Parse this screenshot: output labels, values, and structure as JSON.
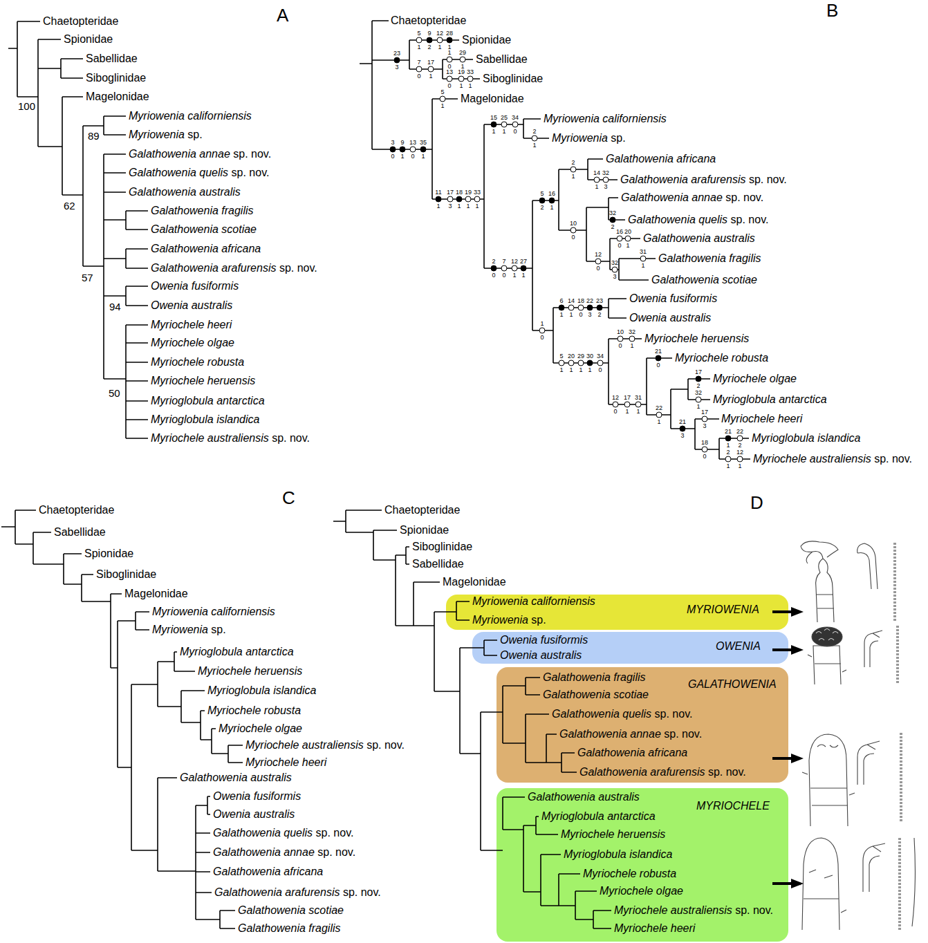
{
  "diagram": {
    "nodes": [
      {
        "text": [
          "Myriowenia californiensis",
          "Myriowenia sp.",
          "MYRIOWENIA"
        ]
      },
      {
        "text": [
          "Owenia fusiformis",
          "Owenia australis",
          "OWENIA"
        ]
      },
      {
        "text": [
          "Galathowenia fragilis",
          "Galathowenia scotiae",
          "Galathowenia quelis sp. nov.",
          "Galathowenia annae sp. nov.",
          "Galathowenia africana",
          "Galathowenia arafurensis sp. nov.",
          "GALATHOWENIA"
        ]
      },
      {
        "text": [
          "Galathowenia australis",
          "Myrioglobula antarctica",
          "Myriochele heruensis",
          "Myrioglobula islandica",
          "Myriochele robusta",
          "Myriochele olgae",
          "Myriochele australiensis sp. nov.",
          "Myriochele heeri",
          "MYRIOCHELE"
        ]
      }
    ],
    "labels": [
      "A",
      "Chaetopteridae",
      "Spionidae",
      "Sabellidae",
      "Siboglinidae",
      "Magelonidae",
      "Myriowenia californiensis",
      "Myriowenia sp.",
      "Galathowenia annae sp. nov.",
      "Galathowenia quelis sp. nov.",
      "Galathowenia australis",
      "Galathowenia fragilis",
      "Galathowenia scotiae",
      "Galathowenia africana",
      "Galathowenia arafurensis sp. nov.",
      "Owenia fusiformis",
      "Owenia australis",
      "Myriochele heeri",
      "Myriochele olgae",
      "Myriochele robusta",
      "Myriochele heruensis",
      "Myrioglobula antarctica",
      "Myrioglobula islandica",
      "Myriochele australiensis sp. nov.",
      "100",
      "89",
      "62",
      "57",
      "94",
      "50",
      "B",
      "Chaetopteridae",
      "Spionidae",
      "Sabellidae",
      "Siboglinidae",
      "Magelonidae",
      "Myriowenia californiensis",
      "Myriowenia sp.",
      "Galathowenia africana",
      "Galathowenia arafurensis sp. nov.",
      "Galathowenia annae sp. nov.",
      "Galathowenia quelis sp. nov.",
      "Galathowenia australis",
      "Galathowenia fragilis",
      "Galathowenia scotiae",
      "Owenia fusiformis",
      "Owenia australis",
      "Myriochele heruensis",
      "Myriochele robusta",
      "Myriochele olgae",
      "Myrioglobula antarctica",
      "Myriochele heeri",
      "Myrioglobula islandica",
      "Myriochele australiensis sp. nov.",
      "23",
      "3",
      "5",
      "1",
      "9",
      "2",
      "12",
      "1",
      "28",
      "1",
      "7",
      "0",
      "17",
      "1",
      "1",
      "0",
      "29",
      "1",
      "13",
      "0",
      "19",
      "1",
      "33",
      "1",
      "3",
      "0",
      "9",
      "1",
      "13",
      "0",
      "35",
      "1",
      "5",
      "1",
      "11",
      "1",
      "17",
      "3",
      "18",
      "1",
      "19",
      "1",
      "33",
      "1",
      "15",
      "1",
      "25",
      "1",
      "34",
      "0",
      "2",
      "1",
      "2",
      "0",
      "7",
      "0",
      "12",
      "1",
      "27",
      "1",
      "5",
      "2",
      "16",
      "1",
      "2",
      "1",
      "14",
      "1",
      "32",
      "3",
      "32",
      "2",
      "10",
      "0",
      "16",
      "0",
      "20",
      "1",
      "12",
      "0",
      "32",
      "3",
      "31",
      "1",
      "1",
      "0",
      "6",
      "1",
      "14",
      "1",
      "18",
      "0",
      "22",
      "3",
      "23",
      "2",
      "5",
      "1",
      "20",
      "1",
      "29",
      "1",
      "30",
      "1",
      "34",
      "0",
      "10",
      "0",
      "32",
      "1",
      "12",
      "0",
      "17",
      "1",
      "31",
      "1",
      "21",
      "0",
      "22",
      "1",
      "17",
      "2",
      "32",
      "1",
      "21",
      "3",
      "17",
      "3",
      "18",
      "0",
      "21",
      "1",
      "22",
      "2",
      "2",
      "1",
      "12",
      "1",
      "C",
      "Chaetopteridae",
      "Sabellidae",
      "Spionidae",
      "Siboglinidae",
      "Magelonidae",
      "Myriowenia californiensis",
      "Myriowenia sp.",
      "Myrioglobula antarctica",
      "Myriochele heruensis",
      "Myrioglobula islandica",
      "Myriochele robusta",
      "Myriochele olgae",
      "Myriochele australiensis sp. nov.",
      "Myriochele heeri",
      "Galathowenia australis",
      "Owenia fusiformis",
      "Owenia australis",
      "Galathowenia quelis sp. nov.",
      "Galathowenia annae sp. nov.",
      "Galathowenia africana",
      "Galathowenia arafurensis sp. nov.",
      "Galathowenia scotiae",
      "Galathowenia fragilis",
      "D",
      "Chaetopteridae",
      "Spionidae",
      "Siboglinidae",
      "Sabellidae",
      "Magelonidae"
    ]
  }
}
